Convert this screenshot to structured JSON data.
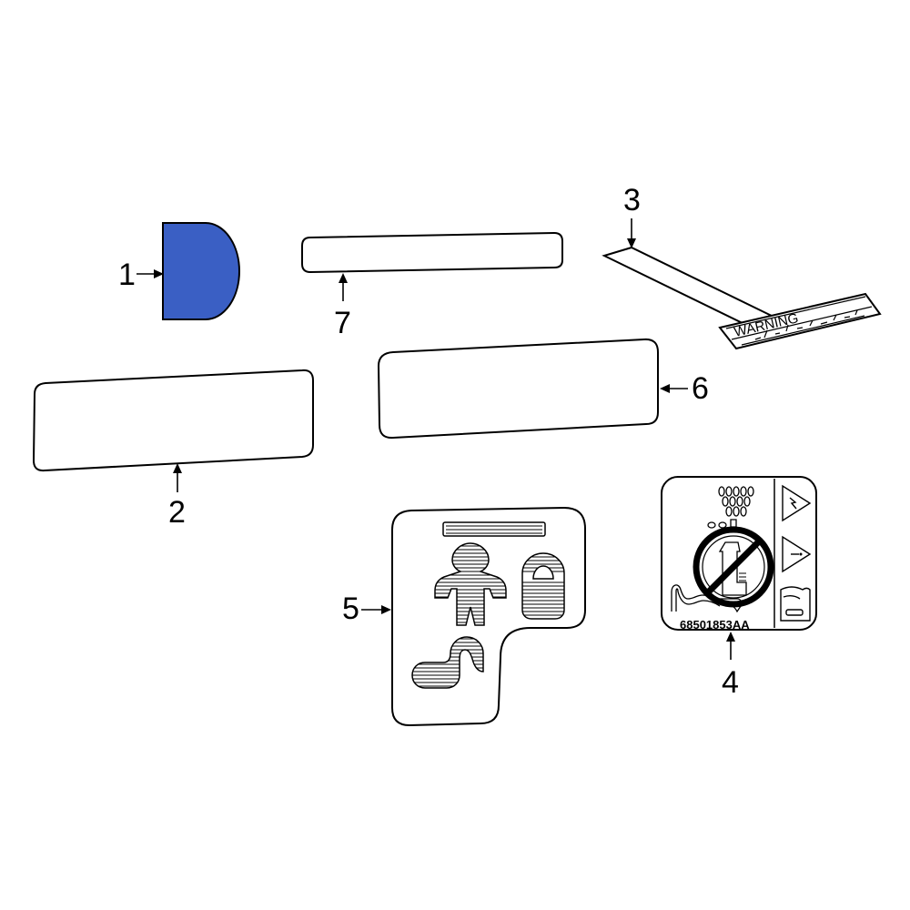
{
  "colors": {
    "highlight": "#3a5fc4",
    "outline": "#000000",
    "background": "#ffffff"
  },
  "callouts": [
    {
      "id": "1",
      "label": "1"
    },
    {
      "id": "2",
      "label": "2"
    },
    {
      "id": "3",
      "label": "3"
    },
    {
      "id": "4",
      "label": "4"
    },
    {
      "id": "5",
      "label": "5"
    },
    {
      "id": "6",
      "label": "6"
    },
    {
      "id": "7",
      "label": "7"
    }
  ],
  "parts": {
    "label_4": {
      "part_number": "68501853AA"
    },
    "label_3": {
      "plate_text": "WARNING"
    }
  }
}
